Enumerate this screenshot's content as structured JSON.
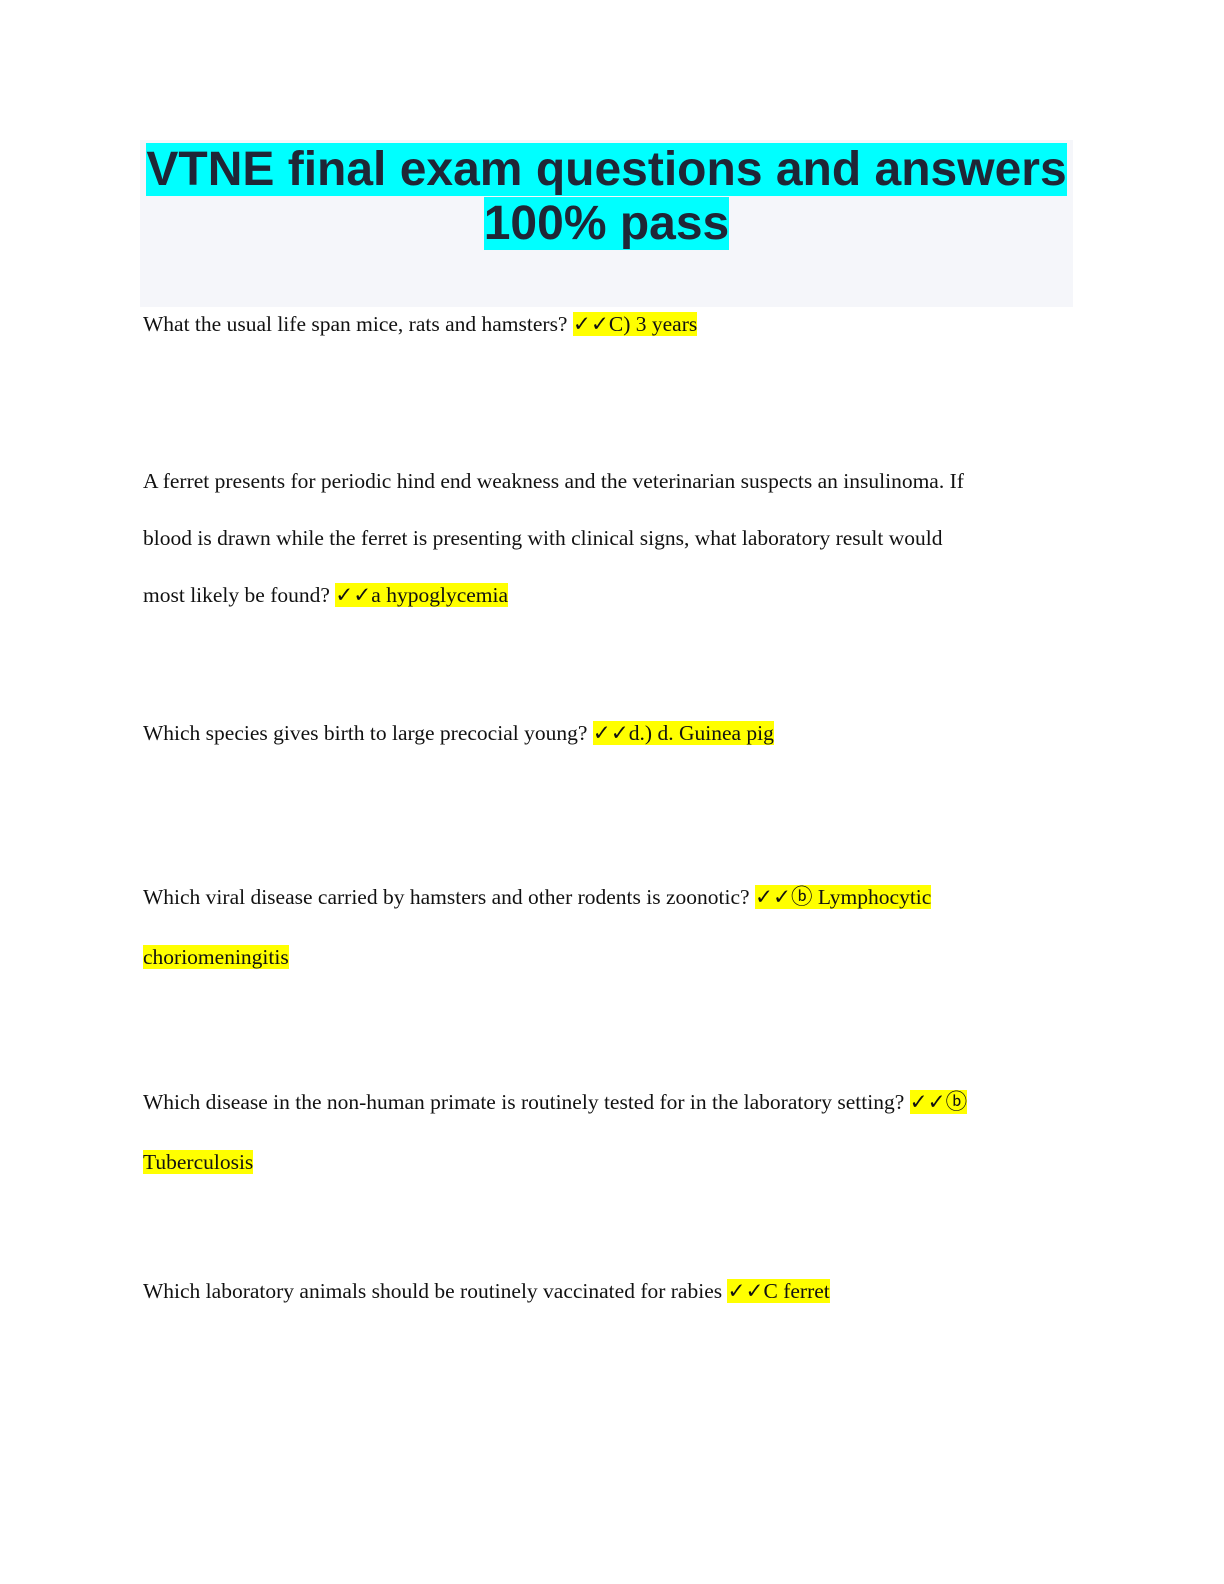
{
  "document": {
    "title_line1": "VTNE final exam questions and answers",
    "title_line2": "100% pass"
  },
  "questions": [
    {
      "lines": [
        "What the usual life span mice, rats and hamsters? "
      ],
      "answer": "✓✓C) 3 years"
    },
    {
      "lines": [
        "A ferret presents for periodic hind end weakness and the veterinarian suspects an insulinoma. If",
        "blood is drawn while the ferret is presenting with clinical signs, what laboratory result would",
        "most likely be found? "
      ],
      "answer": "✓✓a hypoglycemia"
    },
    {
      "lines": [
        "Which species gives birth to large precocial young? "
      ],
      "answer": "✓✓d.) d. Guinea pig"
    },
    {
      "lines": [
        "Which viral disease carried by hamsters and other rodents is zoonotic? "
      ],
      "answer_line1": "✓✓ⓑ Lymphocytic",
      "answer_line2": "choriomeningitis"
    },
    {
      "lines": [
        "Which disease in the non-human primate is routinely tested for in the laboratory setting? "
      ],
      "answer_line1": "✓✓ⓑ",
      "answer_line2": "Tuberculosis"
    },
    {
      "lines": [
        "Which laboratory animals should be routinely vaccinated for rabies "
      ],
      "answer": "✓✓C ferret"
    }
  ]
}
